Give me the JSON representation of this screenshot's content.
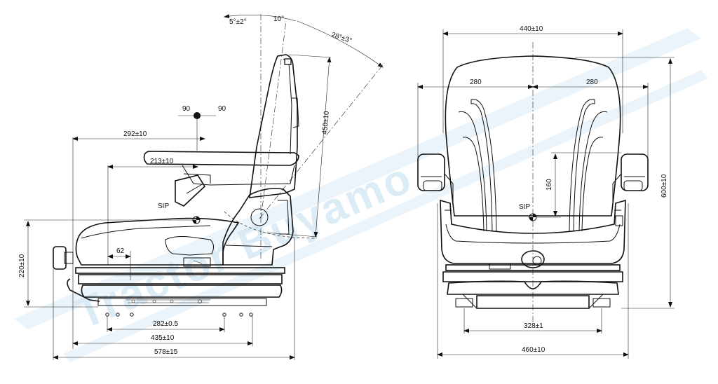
{
  "watermark": {
    "text": "Tractor Buyamo"
  },
  "side_view": {
    "dimensions": {
      "seat_tilt": "5°±2°",
      "backrest_forward": "10°",
      "backrest_recline": "28°±3°",
      "backrest_height": "450±10",
      "sip_left": "90",
      "sip_right": "90",
      "armrest_reach": "292±10",
      "armrest_offset": "213±10",
      "sip_label": "SIP",
      "cushion_offset": "62",
      "total_height": "220±10",
      "rail_holes": "282±0.5",
      "rail_length": "435±10",
      "overall_length": "578±15"
    }
  },
  "front_view": {
    "dimensions": {
      "backrest_width": "440±10",
      "left_half": "280",
      "right_half": "280",
      "sip_height": "160",
      "sip_label": "SIP",
      "overall_height": "600±10",
      "mount_spacing": "328±1",
      "overall_width": "460±10"
    }
  }
}
